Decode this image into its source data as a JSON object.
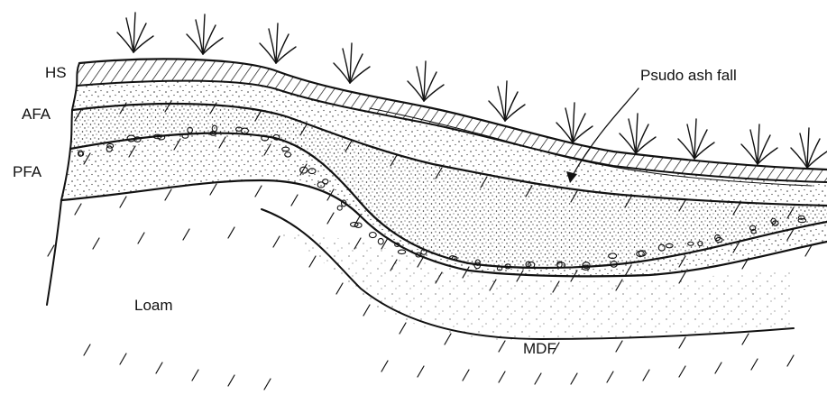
{
  "labels": {
    "hs": "HS",
    "afa": "AFA",
    "pfa": "PFA",
    "loam": "Loam",
    "mdf": "MDF",
    "pseudo_ash_fall": "Psudo ash fall"
  },
  "colors": {
    "ink": "#111111",
    "background": "#ffffff",
    "thin_line": "#8a8a8a"
  }
}
